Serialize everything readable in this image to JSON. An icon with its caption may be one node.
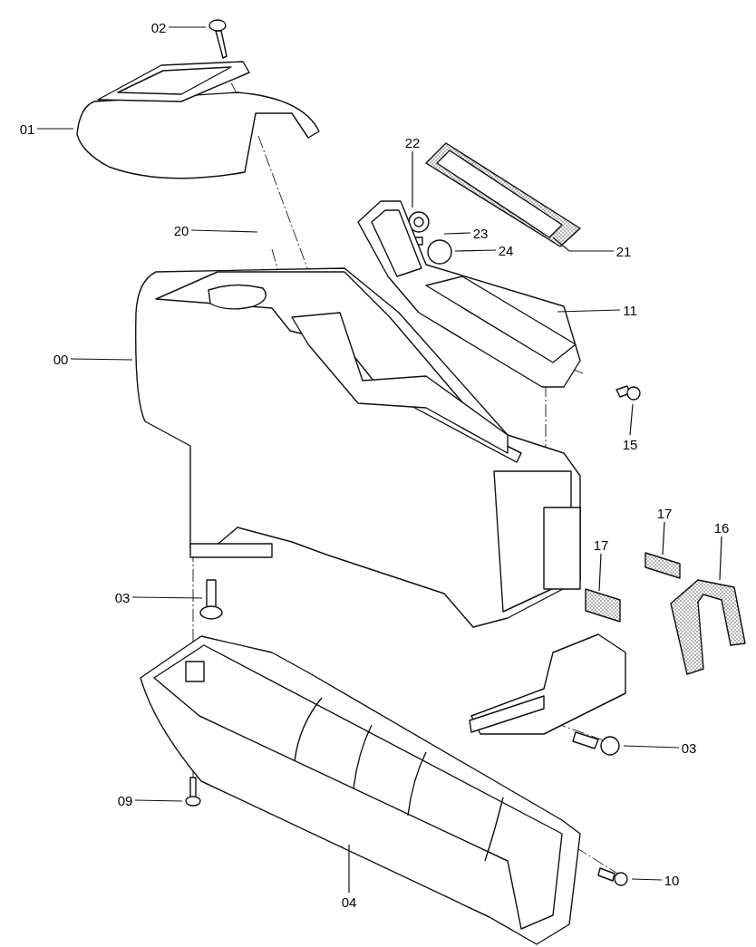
{
  "diagram": {
    "nodes": [
      {
        "text": [
          "02"
        ]
      },
      {
        "text": [
          "01"
        ]
      },
      {
        "text": [
          "22"
        ]
      },
      {
        "text": [
          "20"
        ]
      },
      {
        "text": [
          "23"
        ]
      },
      {
        "text": [
          "24"
        ]
      },
      {
        "text": [
          "21"
        ]
      },
      {
        "text": [
          "11"
        ]
      },
      {
        "text": [
          "00"
        ]
      },
      {
        "text": [
          "15"
        ]
      },
      {
        "text": [
          "17"
        ]
      },
      {
        "text": [
          "16"
        ]
      },
      {
        "text": [
          "17"
        ]
      },
      {
        "text": [
          "03"
        ]
      },
      {
        "text": [
          "03"
        ]
      },
      {
        "text": [
          "09"
        ]
      },
      {
        "text": [
          "10"
        ]
      },
      {
        "text": [
          "04"
        ]
      }
    ],
    "edges": [
      {
        "from": 0,
        "to": null,
        "arrow": "none"
      },
      {
        "from": 1,
        "to": null,
        "arrow": "none"
      },
      {
        "from": 2,
        "to": null,
        "arrow": "none"
      },
      {
        "from": 3,
        "to": null,
        "arrow": "none"
      },
      {
        "from": 4,
        "to": null,
        "arrow": "none"
      },
      {
        "from": 5,
        "to": null,
        "arrow": "none"
      },
      {
        "from": 6,
        "to": null,
        "arrow": "none"
      },
      {
        "from": 7,
        "to": null,
        "arrow": "none"
      },
      {
        "from": 8,
        "to": null,
        "arrow": "none"
      },
      {
        "from": 9,
        "to": null,
        "arrow": "none"
      },
      {
        "from": 10,
        "to": null,
        "arrow": "none"
      },
      {
        "from": 11,
        "to": null,
        "arrow": "none"
      },
      {
        "from": 12,
        "to": null,
        "arrow": "none"
      },
      {
        "from": 13,
        "to": null,
        "arrow": "none"
      },
      {
        "from": 14,
        "to": null,
        "arrow": "none"
      },
      {
        "from": 15,
        "to": null,
        "arrow": "none"
      },
      {
        "from": 16,
        "to": null,
        "arrow": "none"
      },
      {
        "from": 17,
        "to": null,
        "arrow": "none"
      }
    ]
  }
}
